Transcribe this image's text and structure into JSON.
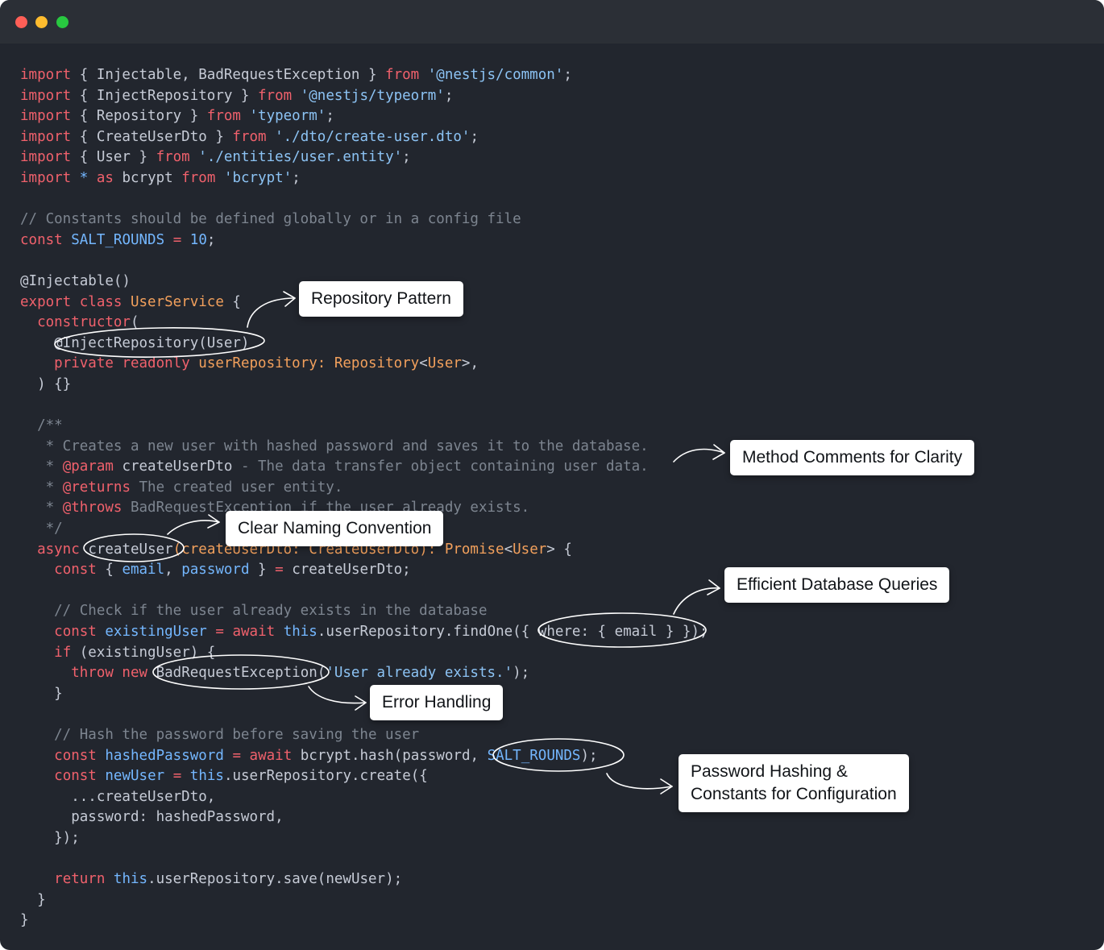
{
  "window": {
    "controls": [
      {
        "name": "close",
        "color": "#ff5f57"
      },
      {
        "name": "minimize",
        "color": "#febc2e"
      },
      {
        "name": "zoom",
        "color": "#28c840"
      }
    ]
  },
  "code": {
    "lines": [
      [
        [
          "kw",
          "import"
        ],
        [
          "pl",
          " { Injectable, BadRequestException } "
        ],
        [
          "kw",
          "from"
        ],
        [
          "pl",
          " "
        ],
        [
          "str",
          "'@nestjs/common'"
        ],
        [
          "pl",
          ";"
        ]
      ],
      [
        [
          "kw",
          "import"
        ],
        [
          "pl",
          " { InjectRepository } "
        ],
        [
          "kw",
          "from"
        ],
        [
          "pl",
          " "
        ],
        [
          "str",
          "'@nestjs/typeorm'"
        ],
        [
          "pl",
          ";"
        ]
      ],
      [
        [
          "kw",
          "import"
        ],
        [
          "pl",
          " { Repository } "
        ],
        [
          "kw",
          "from"
        ],
        [
          "pl",
          " "
        ],
        [
          "str",
          "'typeorm'"
        ],
        [
          "pl",
          ";"
        ]
      ],
      [
        [
          "kw",
          "import"
        ],
        [
          "pl",
          " { CreateUserDto } "
        ],
        [
          "kw",
          "from"
        ],
        [
          "pl",
          " "
        ],
        [
          "str",
          "'./dto/create-user.dto'"
        ],
        [
          "pl",
          ";"
        ]
      ],
      [
        [
          "kw",
          "import"
        ],
        [
          "pl",
          " { User } "
        ],
        [
          "kw",
          "from"
        ],
        [
          "pl",
          " "
        ],
        [
          "str",
          "'./entities/user.entity'"
        ],
        [
          "pl",
          ";"
        ]
      ],
      [
        [
          "kw",
          "import"
        ],
        [
          "pl",
          " "
        ],
        [
          "var",
          "*"
        ],
        [
          "pl",
          " "
        ],
        [
          "kw",
          "as"
        ],
        [
          "pl",
          " bcrypt "
        ],
        [
          "kw",
          "from"
        ],
        [
          "pl",
          " "
        ],
        [
          "str",
          "'bcrypt'"
        ],
        [
          "pl",
          ";"
        ]
      ],
      [],
      [
        [
          "cm",
          "// Constants should be defined globally or in a config file"
        ]
      ],
      [
        [
          "kw",
          "const"
        ],
        [
          "pl",
          " "
        ],
        [
          "var",
          "SALT_ROUNDS"
        ],
        [
          "pl",
          " "
        ],
        [
          "kw",
          "="
        ],
        [
          "pl",
          " "
        ],
        [
          "num",
          "10"
        ],
        [
          "pl",
          ";"
        ]
      ],
      [],
      [
        [
          "pl",
          "@Injectable()"
        ]
      ],
      [
        [
          "kw",
          "export class"
        ],
        [
          "pl",
          " "
        ],
        [
          "cls",
          "UserService"
        ],
        [
          "pl",
          " {"
        ]
      ],
      [
        [
          "pl",
          "  "
        ],
        [
          "kw",
          "constructor"
        ],
        [
          "pl",
          "("
        ]
      ],
      [
        [
          "pl",
          "    @InjectRepository(User)"
        ]
      ],
      [
        [
          "pl",
          "    "
        ],
        [
          "kw",
          "private readonly"
        ],
        [
          "pl",
          " "
        ],
        [
          "cls",
          "userRepository: Repository"
        ],
        [
          "pl",
          "<"
        ],
        [
          "cls",
          "User"
        ],
        [
          "pl",
          ">,"
        ]
      ],
      [
        [
          "pl",
          "  ) {}"
        ]
      ],
      [],
      [
        [
          "cm",
          "  /**"
        ]
      ],
      [
        [
          "cm",
          "   * Creates a new user with hashed password and saves it to the database."
        ]
      ],
      [
        [
          "cm",
          "   * "
        ],
        [
          "kw",
          "@param"
        ],
        [
          "pl",
          " createUserDto "
        ],
        [
          "cm",
          "- The data transfer object containing user data."
        ]
      ],
      [
        [
          "cm",
          "   * "
        ],
        [
          "kw",
          "@returns"
        ],
        [
          "cm",
          " The created user entity."
        ]
      ],
      [
        [
          "cm",
          "   * "
        ],
        [
          "kw",
          "@throws"
        ],
        [
          "cm",
          " BadRequestException if the user already exists."
        ]
      ],
      [
        [
          "cm",
          "   */"
        ]
      ],
      [
        [
          "pl",
          "  "
        ],
        [
          "kw",
          "async"
        ],
        [
          "pl",
          " "
        ],
        [
          "pl",
          "createUser"
        ],
        [
          "cls",
          "(createUserDto: CreateUserDto): Promise"
        ],
        [
          "pl",
          "<"
        ],
        [
          "cls",
          "User"
        ],
        [
          "pl",
          "> {"
        ]
      ],
      [
        [
          "pl",
          "    "
        ],
        [
          "kw",
          "const"
        ],
        [
          "pl",
          " { "
        ],
        [
          "var",
          "email"
        ],
        [
          "pl",
          ", "
        ],
        [
          "var",
          "password"
        ],
        [
          "pl",
          " } "
        ],
        [
          "kw",
          "="
        ],
        [
          "pl",
          " createUserDto;"
        ]
      ],
      [],
      [
        [
          "cm",
          "    // Check if the user already exists in the database"
        ]
      ],
      [
        [
          "pl",
          "    "
        ],
        [
          "kw",
          "const"
        ],
        [
          "pl",
          " "
        ],
        [
          "var",
          "existingUser"
        ],
        [
          "pl",
          " "
        ],
        [
          "kw",
          "="
        ],
        [
          "pl",
          " "
        ],
        [
          "kw",
          "await"
        ],
        [
          "pl",
          " "
        ],
        [
          "var",
          "this"
        ],
        [
          "pl",
          ".userRepository.findOne({ where: { email } });"
        ]
      ],
      [
        [
          "pl",
          "    "
        ],
        [
          "kw",
          "if"
        ],
        [
          "pl",
          " (existingUser) {"
        ]
      ],
      [
        [
          "pl",
          "      "
        ],
        [
          "kw",
          "throw new"
        ],
        [
          "pl",
          " BadRequestException("
        ],
        [
          "str",
          "'User already exists.'"
        ],
        [
          "pl",
          ");"
        ]
      ],
      [
        [
          "pl",
          "    }"
        ]
      ],
      [],
      [
        [
          "cm",
          "    // Hash the password before saving the user"
        ]
      ],
      [
        [
          "pl",
          "    "
        ],
        [
          "kw",
          "const"
        ],
        [
          "pl",
          " "
        ],
        [
          "var",
          "hashedPassword"
        ],
        [
          "pl",
          " "
        ],
        [
          "kw",
          "="
        ],
        [
          "pl",
          " "
        ],
        [
          "kw",
          "await"
        ],
        [
          "pl",
          " bcrypt.hash(password, "
        ],
        [
          "var",
          "SALT_ROUNDS"
        ],
        [
          "pl",
          ");"
        ]
      ],
      [
        [
          "pl",
          "    "
        ],
        [
          "kw",
          "const"
        ],
        [
          "pl",
          " "
        ],
        [
          "var",
          "newUser"
        ],
        [
          "pl",
          " "
        ],
        [
          "kw",
          "="
        ],
        [
          "pl",
          " "
        ],
        [
          "var",
          "this"
        ],
        [
          "pl",
          ".userRepository.create({"
        ]
      ],
      [
        [
          "pl",
          "      ...createUserDto,"
        ]
      ],
      [
        [
          "pl",
          "      password: hashedPassword,"
        ]
      ],
      [
        [
          "pl",
          "    });"
        ]
      ],
      [],
      [
        [
          "pl",
          "    "
        ],
        [
          "kw",
          "return"
        ],
        [
          "pl",
          " "
        ],
        [
          "var",
          "this"
        ],
        [
          "pl",
          ".userRepository.save(newUser);"
        ]
      ],
      [
        [
          "pl",
          "  }"
        ]
      ],
      [
        [
          "pl",
          "}"
        ]
      ]
    ]
  },
  "callouts": {
    "repository_pattern": "Repository Pattern",
    "method_comments": "Method Comments for Clarity",
    "naming_convention": "Clear Naming Convention",
    "efficient_queries": "Efficient Database Queries",
    "error_handling": "Error Handling",
    "password_hashing": "Password Hashing &\nConstants for Configuration"
  }
}
